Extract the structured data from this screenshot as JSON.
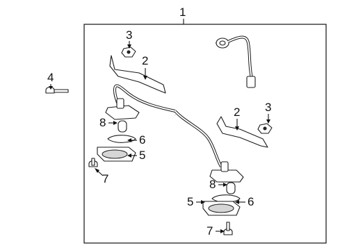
{
  "diagram": {
    "callouts": {
      "c1": "1",
      "c2a": "2",
      "c2b": "2",
      "c3a": "3",
      "c3b": "3",
      "c4": "4",
      "c5a": "5",
      "c5b": "5",
      "c6a": "6",
      "c6b": "6",
      "c7a": "7",
      "c7b": "7",
      "c8a": "8",
      "c8b": "8"
    }
  }
}
